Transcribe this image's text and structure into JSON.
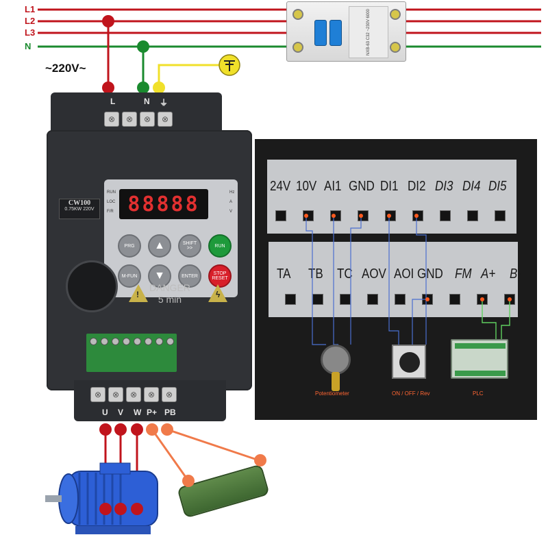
{
  "supply": {
    "lines": [
      "L1",
      "L2",
      "L3",
      "N"
    ],
    "voltage": "~220V~",
    "colors": {
      "phase": "#c0141c",
      "neutral": "#1a8a2e",
      "earth": "#f0e02a",
      "output": "#f07a4a"
    }
  },
  "breaker": {
    "label_text": "NXB-63 C32 ~230V 6000"
  },
  "earth_icon": "ground-icon",
  "inverter": {
    "input_terminals": [
      "L",
      "N",
      "⏚"
    ],
    "badge_title": "CW100",
    "badge_spec": "0.75KW 220V",
    "display_value": "88888",
    "led_left": [
      "RUN",
      "LOC",
      "F/R"
    ],
    "led_right": [
      "Hz",
      "A",
      "V"
    ],
    "keys": {
      "prg": "PRG",
      "up": "▲",
      "shift": "SHIFT",
      "shift_sub": ">>",
      "run": "RUN",
      "mfun": "M-FUN",
      "down": "▼",
      "enter": "ENTER",
      "stop": "STOP",
      "stop_sub": "RESET"
    },
    "danger_line1": "DANGER",
    "danger_line2": "5 min",
    "output_terminals": [
      "U",
      "V",
      "W",
      "P+",
      "PB"
    ]
  },
  "control_terminals": {
    "top_row": [
      "24V",
      "10V",
      "AI1",
      "GND",
      "DI1",
      "DI2",
      "DI3",
      "DI4",
      "DI5"
    ],
    "bottom_row": [
      "TA",
      "TB",
      "TC",
      "AOV",
      "AOI",
      "GND",
      "FM",
      "A+",
      "B-"
    ]
  },
  "devices": {
    "potentiometer": "Potentiometer",
    "switch": "ON / OFF / Rev",
    "plc": "PLC"
  }
}
